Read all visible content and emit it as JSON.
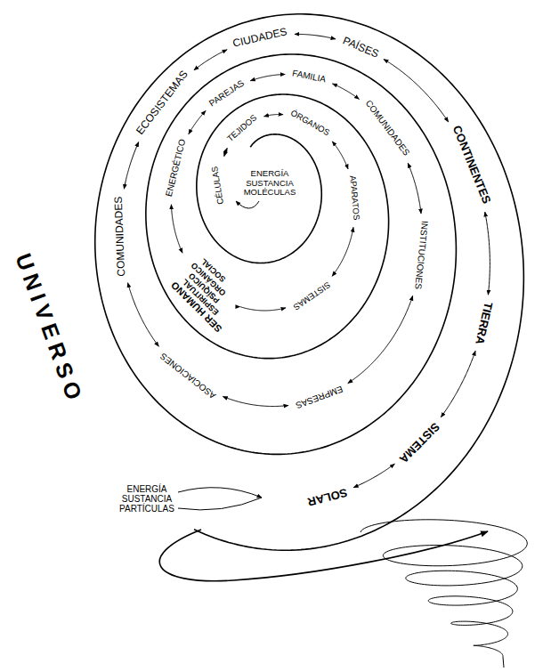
{
  "diagram": {
    "labels": [
      "ENERGÍA SUSTANCIA MOLÉCULAS",
      "CÉLULAS",
      "TEJIDOS",
      "ÓRGANOS",
      "APARATOS",
      "SISTEMAS",
      "SER HUMANO",
      "ESPIRITUAL",
      "PSÍQUICO",
      "ORGÁNICO",
      "SOCIAL",
      "ENERGÉTICO",
      "PAREJAS",
      "FAMILIA",
      "COMUNIDADES",
      "INSTITUCIONES",
      "EMPRESAS",
      "ASOCIACIONES",
      "COMUNIDADES",
      "ECOSISTEMAS",
      "CIUDADES",
      "PAÍSES",
      "CONTINENTES",
      "TIERRA",
      "SISTEMA",
      "SOLAR",
      "ENERGÍA SUSTANCIA PARTÍCULAS",
      "UNIVERSO"
    ]
  }
}
